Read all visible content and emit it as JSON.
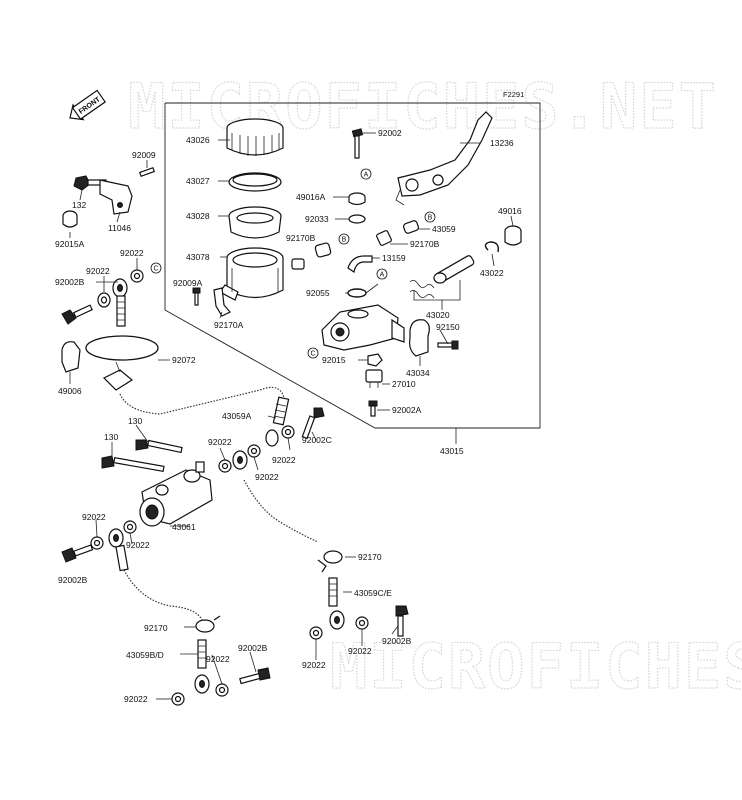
{
  "diagram_code": "F2291",
  "front_label": "FRONT",
  "watermark": "MICROFICHES.NET",
  "callouts": {
    "a": "A",
    "b": "B",
    "c": "C"
  },
  "parts": [
    {
      "id": "p43026",
      "text": "43026"
    },
    {
      "id": "p43027",
      "text": "43027"
    },
    {
      "id": "p43028",
      "text": "43028"
    },
    {
      "id": "p43078",
      "text": "43078"
    },
    {
      "id": "p92009A",
      "text": "92009A"
    },
    {
      "id": "p92170A",
      "text": "92170A"
    },
    {
      "id": "p92002",
      "text": "92002"
    },
    {
      "id": "p13236",
      "text": "13236"
    },
    {
      "id": "p49016A",
      "text": "49016A"
    },
    {
      "id": "p92033",
      "text": "92033"
    },
    {
      "id": "p43059",
      "text": "43059"
    },
    {
      "id": "p92170B_l",
      "text": "92170B"
    },
    {
      "id": "p92170B_r",
      "text": "92170B"
    },
    {
      "id": "p13159",
      "text": "13159"
    },
    {
      "id": "p92055",
      "text": "92055"
    },
    {
      "id": "p49016",
      "text": "49016"
    },
    {
      "id": "p43022",
      "text": "43022"
    },
    {
      "id": "p43020",
      "text": "43020"
    },
    {
      "id": "p92150",
      "text": "92150"
    },
    {
      "id": "p92015",
      "text": "92015"
    },
    {
      "id": "p43034",
      "text": "43034"
    },
    {
      "id": "p27010",
      "text": "27010"
    },
    {
      "id": "p92002A",
      "text": "92002A"
    },
    {
      "id": "p43015",
      "text": "43015"
    },
    {
      "id": "p92009",
      "text": "92009"
    },
    {
      "id": "p132",
      "text": "132"
    },
    {
      "id": "p11046",
      "text": "11046"
    },
    {
      "id": "p92015A",
      "text": "92015A"
    },
    {
      "id": "p92022_a",
      "text": "92022"
    },
    {
      "id": "p92022_b",
      "text": "92022"
    },
    {
      "id": "p92002B_a",
      "text": "92002B"
    },
    {
      "id": "p92072",
      "text": "92072"
    },
    {
      "id": "p49006",
      "text": "49006"
    },
    {
      "id": "p130_a",
      "text": "130"
    },
    {
      "id": "p130_b",
      "text": "130"
    },
    {
      "id": "p43059A",
      "text": "43059A"
    },
    {
      "id": "p92022_c",
      "text": "92022"
    },
    {
      "id": "p92022_d",
      "text": "92022"
    },
    {
      "id": "p92002C",
      "text": "92002C"
    },
    {
      "id": "p92022_e",
      "text": "92022"
    },
    {
      "id": "p43061",
      "text": "43061"
    },
    {
      "id": "p92022_f",
      "text": "92022"
    },
    {
      "id": "p92022_g",
      "text": "92022"
    },
    {
      "id": "p92002B_b",
      "text": "92002B"
    },
    {
      "id": "p92170_r",
      "text": "92170"
    },
    {
      "id": "p43059CE",
      "text": "43059C/E"
    },
    {
      "id": "p92002B_c",
      "text": "92002B"
    },
    {
      "id": "p92170_l",
      "text": "92170"
    },
    {
      "id": "p92002B_d",
      "text": "92002B"
    },
    {
      "id": "p43059BD",
      "text": "43059B/D"
    },
    {
      "id": "p92022_h",
      "text": "92022"
    },
    {
      "id": "p92022_i",
      "text": "92022"
    },
    {
      "id": "p92022_j",
      "text": "92022"
    },
    {
      "id": "p92022_k",
      "text": "92022"
    }
  ]
}
